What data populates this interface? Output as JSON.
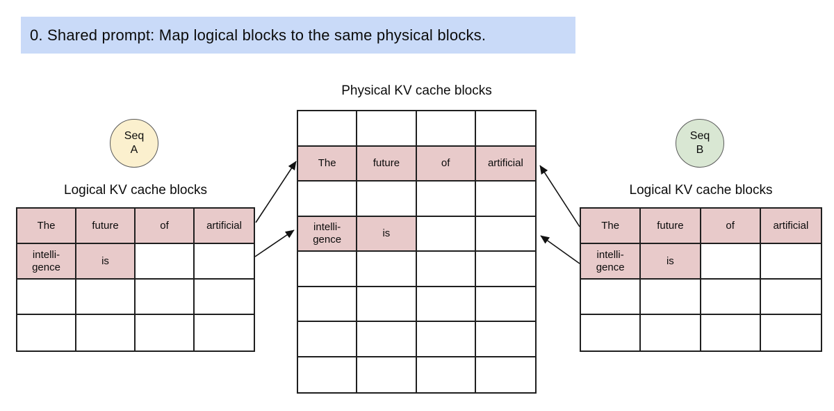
{
  "banner": {
    "text": "0. Shared prompt: Map logical blocks to the same physical blocks."
  },
  "colors": {
    "highlight": "#e8caca",
    "banner_bg": "#c9daf8",
    "seq_a_fill": "#fbf0ce",
    "seq_b_fill": "#d9e7d3",
    "border": "#1f1f1f"
  },
  "physical": {
    "title": "Physical KV cache blocks",
    "cols": 4,
    "rows": [
      [
        "",
        "",
        "",
        ""
      ],
      [
        "The",
        "future",
        "of",
        "artificial"
      ],
      [
        "",
        "",
        "",
        ""
      ],
      [
        "intelli-\ngence",
        "is",
        "",
        ""
      ],
      [
        "",
        "",
        "",
        ""
      ],
      [
        "",
        "",
        "",
        ""
      ],
      [
        "",
        "",
        "",
        ""
      ],
      [
        "",
        "",
        "",
        ""
      ]
    ],
    "highlights": [
      [
        1,
        0
      ],
      [
        1,
        1
      ],
      [
        1,
        2
      ],
      [
        1,
        3
      ],
      [
        3,
        0
      ],
      [
        3,
        1
      ]
    ]
  },
  "logical_a": {
    "seq_label": "Seq\nA",
    "title": "Logical KV cache blocks",
    "cols": 4,
    "rows": [
      [
        "The",
        "future",
        "of",
        "artificial"
      ],
      [
        "intelli-\ngence",
        "is",
        "",
        ""
      ],
      [
        "",
        "",
        "",
        ""
      ],
      [
        "",
        "",
        "",
        ""
      ]
    ],
    "highlights": [
      [
        0,
        0
      ],
      [
        0,
        1
      ],
      [
        0,
        2
      ],
      [
        0,
        3
      ],
      [
        1,
        0
      ],
      [
        1,
        1
      ]
    ]
  },
  "logical_b": {
    "seq_label": "Seq\nB",
    "title": "Logical KV cache blocks",
    "cols": 4,
    "rows": [
      [
        "The",
        "future",
        "of",
        "artificial"
      ],
      [
        "intelli-\ngence",
        "is",
        "",
        ""
      ],
      [
        "",
        "",
        "",
        ""
      ],
      [
        "",
        "",
        "",
        ""
      ]
    ],
    "highlights": [
      [
        0,
        0
      ],
      [
        0,
        1
      ],
      [
        0,
        2
      ],
      [
        0,
        3
      ],
      [
        1,
        0
      ],
      [
        1,
        1
      ]
    ]
  },
  "mappings": [
    {
      "source": "seq_a_logical_row_1",
      "target": "physical_row_2"
    },
    {
      "source": "seq_a_logical_row_2",
      "target": "physical_row_4"
    },
    {
      "source": "seq_b_logical_row_1",
      "target": "physical_row_2"
    },
    {
      "source": "seq_b_logical_row_2",
      "target": "physical_row_4"
    }
  ]
}
